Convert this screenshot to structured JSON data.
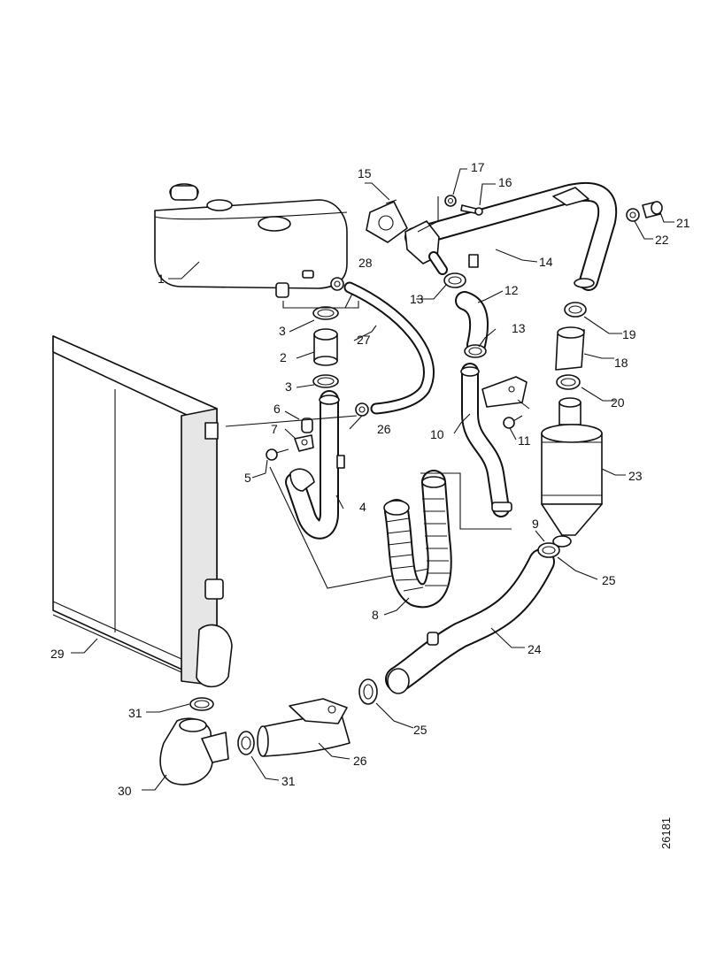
{
  "callouts": {
    "p1": "1",
    "p2": "2",
    "p3a": "3",
    "p3b": "3",
    "p4": "4",
    "p5": "5",
    "p6": "6",
    "p7": "7",
    "p8": "8",
    "p9": "9",
    "p10": "10",
    "p11": "11",
    "p12": "12",
    "p13a": "13",
    "p13b": "13",
    "p14": "14",
    "p15": "15",
    "p16": "16",
    "p17": "17",
    "p18": "18",
    "p19": "19",
    "p20": "20",
    "p21": "21",
    "p22": "22",
    "p23": "23",
    "p24": "24",
    "p25a": "25",
    "p25b": "25",
    "p26a": "26",
    "p26b": "26",
    "p27": "27",
    "p28": "28",
    "p29": "29",
    "p30": "30",
    "p31a": "31",
    "p31b": "31"
  },
  "reference_number": "26181"
}
